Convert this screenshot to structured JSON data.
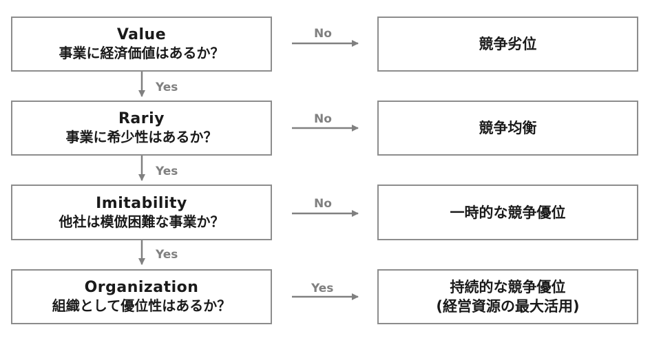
{
  "questions": [
    {
      "title": "Value",
      "text": "事業に経済価値はあるか？"
    },
    {
      "title": "Rariy",
      "text": "事業に希少性はあるか？"
    },
    {
      "title": "Imitability",
      "text": "他社は模倣困難な事業か？"
    },
    {
      "title": "Organization",
      "text": "組織として優位性はあるか？"
    }
  ],
  "results": [
    {
      "lines": [
        "競争劣位"
      ]
    },
    {
      "lines": [
        "競争均衡"
      ]
    },
    {
      "lines": [
        "一時的な競争優位"
      ]
    },
    {
      "lines": [
        "持続的な競争優位",
        "(経営資源の最大活用)"
      ]
    }
  ],
  "right_labels": [
    "No",
    "No",
    "No",
    "Yes"
  ],
  "down_labels": [
    "Yes",
    "Yes",
    "Yes"
  ],
  "colors": {
    "border": "#8c8c8c",
    "arrow": "#808080",
    "text": "#1a1a1a"
  }
}
